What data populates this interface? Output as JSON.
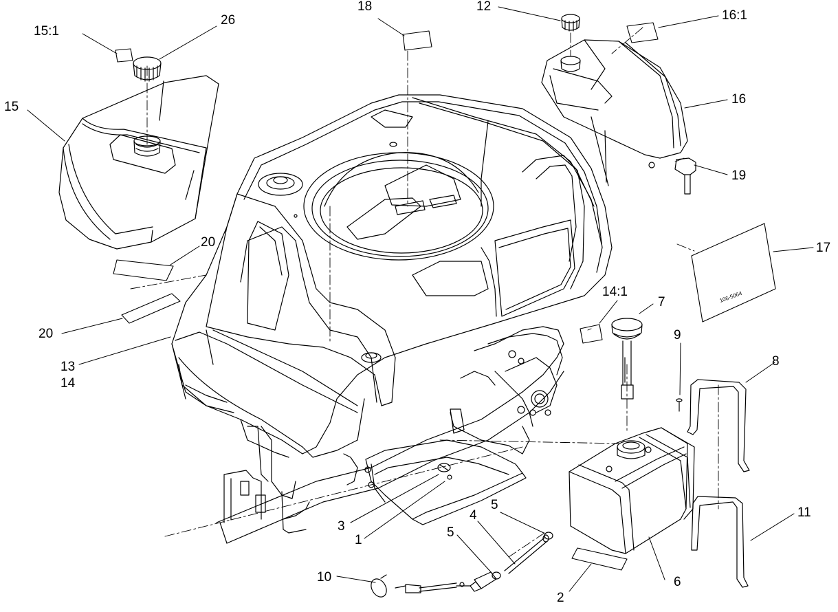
{
  "diagram": {
    "callouts": [
      {
        "id": "c-15-1",
        "text": "15:1"
      },
      {
        "id": "c-26",
        "text": "26"
      },
      {
        "id": "c-18",
        "text": "18"
      },
      {
        "id": "c-12",
        "text": "12"
      },
      {
        "id": "c-16-1",
        "text": "16:1"
      },
      {
        "id": "c-15",
        "text": "15"
      },
      {
        "id": "c-16",
        "text": "16"
      },
      {
        "id": "c-19",
        "text": "19"
      },
      {
        "id": "c-20a",
        "text": "20"
      },
      {
        "id": "c-17",
        "text": "17"
      },
      {
        "id": "c-14-1",
        "text": "14:1"
      },
      {
        "id": "c-7",
        "text": "7"
      },
      {
        "id": "c-20b",
        "text": "20"
      },
      {
        "id": "c-13",
        "text": "13"
      },
      {
        "id": "c-14",
        "text": "14"
      },
      {
        "id": "c-9",
        "text": "9"
      },
      {
        "id": "c-8",
        "text": "8"
      },
      {
        "id": "c-11",
        "text": "11"
      },
      {
        "id": "c-3",
        "text": "3"
      },
      {
        "id": "c-1",
        "text": "1"
      },
      {
        "id": "c-5a",
        "text": "5"
      },
      {
        "id": "c-4",
        "text": "4"
      },
      {
        "id": "c-5b",
        "text": "5"
      },
      {
        "id": "c-10",
        "text": "10"
      },
      {
        "id": "c-6",
        "text": "6"
      },
      {
        "id": "c-2",
        "text": "2"
      }
    ],
    "decal_text": "106-5064",
    "colors": {
      "line": "#000000",
      "background": "#ffffff"
    }
  }
}
